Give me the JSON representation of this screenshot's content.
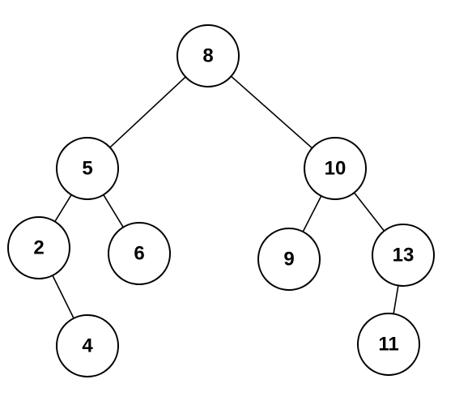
{
  "tree": {
    "nodes": [
      {
        "id": "n8",
        "label": "8"
      },
      {
        "id": "n5",
        "label": "5"
      },
      {
        "id": "n10",
        "label": "10"
      },
      {
        "id": "n2",
        "label": "2"
      },
      {
        "id": "n6",
        "label": "6"
      },
      {
        "id": "n9",
        "label": "9"
      },
      {
        "id": "n13",
        "label": "13"
      },
      {
        "id": "n4",
        "label": "4"
      },
      {
        "id": "n11",
        "label": "11"
      }
    ],
    "edges": [
      {
        "from": "n8",
        "to": "n5"
      },
      {
        "from": "n8",
        "to": "n10"
      },
      {
        "from": "n5",
        "to": "n2"
      },
      {
        "from": "n5",
        "to": "n6"
      },
      {
        "from": "n2",
        "to": "n4"
      },
      {
        "from": "n10",
        "to": "n9"
      },
      {
        "from": "n10",
        "to": "n13"
      },
      {
        "from": "n13",
        "to": "n11"
      }
    ]
  }
}
